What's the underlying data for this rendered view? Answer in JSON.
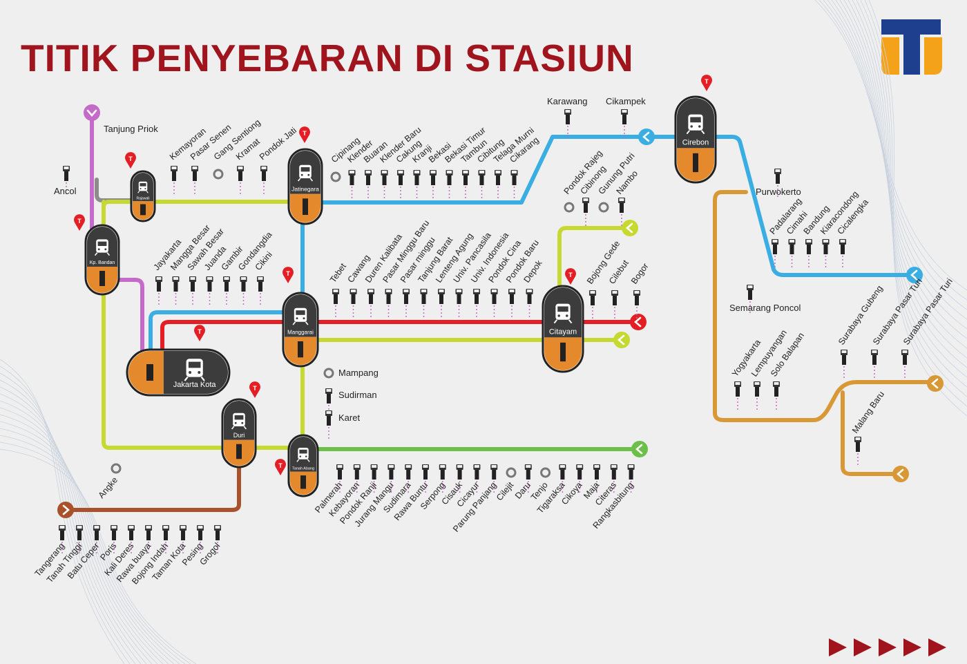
{
  "title": "TITIK PENYEBARAN DI STASIUN",
  "colors": {
    "blue": "#3aaee2",
    "yellow": "#c6d930",
    "red": "#e31e24",
    "green": "#6cc04a",
    "pink": "#c46ac8",
    "orange": "#d99836",
    "brown": "#a9512a",
    "gray": "#8c8c8c",
    "title": "#a0141e",
    "hub_dark": "#3c3c3c",
    "hub_orange": "#e58a2c",
    "logo_blue": "#1d3f8e",
    "logo_orange": "#f5a21b"
  },
  "hubs": [
    "Jatinegara",
    "Cirebon",
    "Kp. Bandan",
    "Manggarai",
    "Citayam",
    "Jakarta Kota",
    "Duri",
    "Tanah Abang",
    "Rajawali"
  ],
  "terminals": [
    "Tanjung Priok",
    "Ancol",
    "Karawang",
    "Cikampek",
    "Purwokerto",
    "Semarang Poncol",
    "Mampang",
    "Sudirman",
    "Karet"
  ],
  "stations": {
    "bogor_branch": [
      "Pondok Rajeg",
      "Cibinong",
      "Gunung Putri",
      "Nambo"
    ],
    "rajawali_jatinegara": [
      "Kemayoran",
      "Pasar Senen",
      "Gang Sentiong",
      "Kramat",
      "Pondok Jati"
    ],
    "bekasi_line": [
      "Cipinang",
      "Klender",
      "Buaran",
      "Klender Baru",
      "Cakung",
      "Kranji",
      "Bekasi",
      "Bekasi Timur",
      "Tambun",
      "Cibitung",
      "Telaga Murni",
      "Cikarang"
    ],
    "kota_manggarai": [
      "Jayakarta",
      "Mangga Besar",
      "Sawah Besar",
      "Juanda",
      "Gambir",
      "Gondangdia",
      "Cikini"
    ],
    "manggarai_depok": [
      "Tebet",
      "Cawang",
      "Duren Kalibata",
      "Pasar Minggu Baru",
      "Pasar minggu",
      "Tanjung Barat",
      "Lenteng Agung",
      "Univ. Pancasila",
      "Univ. Indonesia",
      "Pondok Cina",
      "Pondok Baru",
      "Depok"
    ],
    "bogor_line": [
      "Bojong Gede",
      "Cilebut",
      "Bogor"
    ],
    "bandung_line": [
      "Padalarang",
      "Cimahi",
      "Bandung",
      "Kiaracondong",
      "Cicalengka"
    ],
    "solo_line": [
      "Yogyakarta",
      "Lempuyangan",
      "Solo Balapan"
    ],
    "surabaya_line": [
      "Surabaya Gubeng",
      "Surabaya Pasar Turi",
      "Surabaya Pasar Turi"
    ],
    "malang_line": [
      "Malang Baru"
    ],
    "angke": [
      "Angke"
    ],
    "tangerang_line": [
      "Tangerang",
      "Tanah Tinggi",
      "Batu Ceper",
      "Poris",
      "Kali Deres",
      "Rawa buaya",
      "Bojong Indah",
      "Taman Kota",
      "Pesing",
      "Grogol"
    ],
    "rangkas_line": [
      "Palmerah",
      "Kebayoran",
      "Pondok Ranji",
      "Jurang Mangu",
      "Sudimara",
      "Rawa Buntu",
      "Serpong",
      "Cisauk",
      "Cicayur",
      "Parung Panjang",
      "Cilejit",
      "Daru",
      "Tenjo",
      "Tigaraksa",
      "Cikoya",
      "Maja",
      "Citeras",
      "Rangkasbitung"
    ]
  }
}
